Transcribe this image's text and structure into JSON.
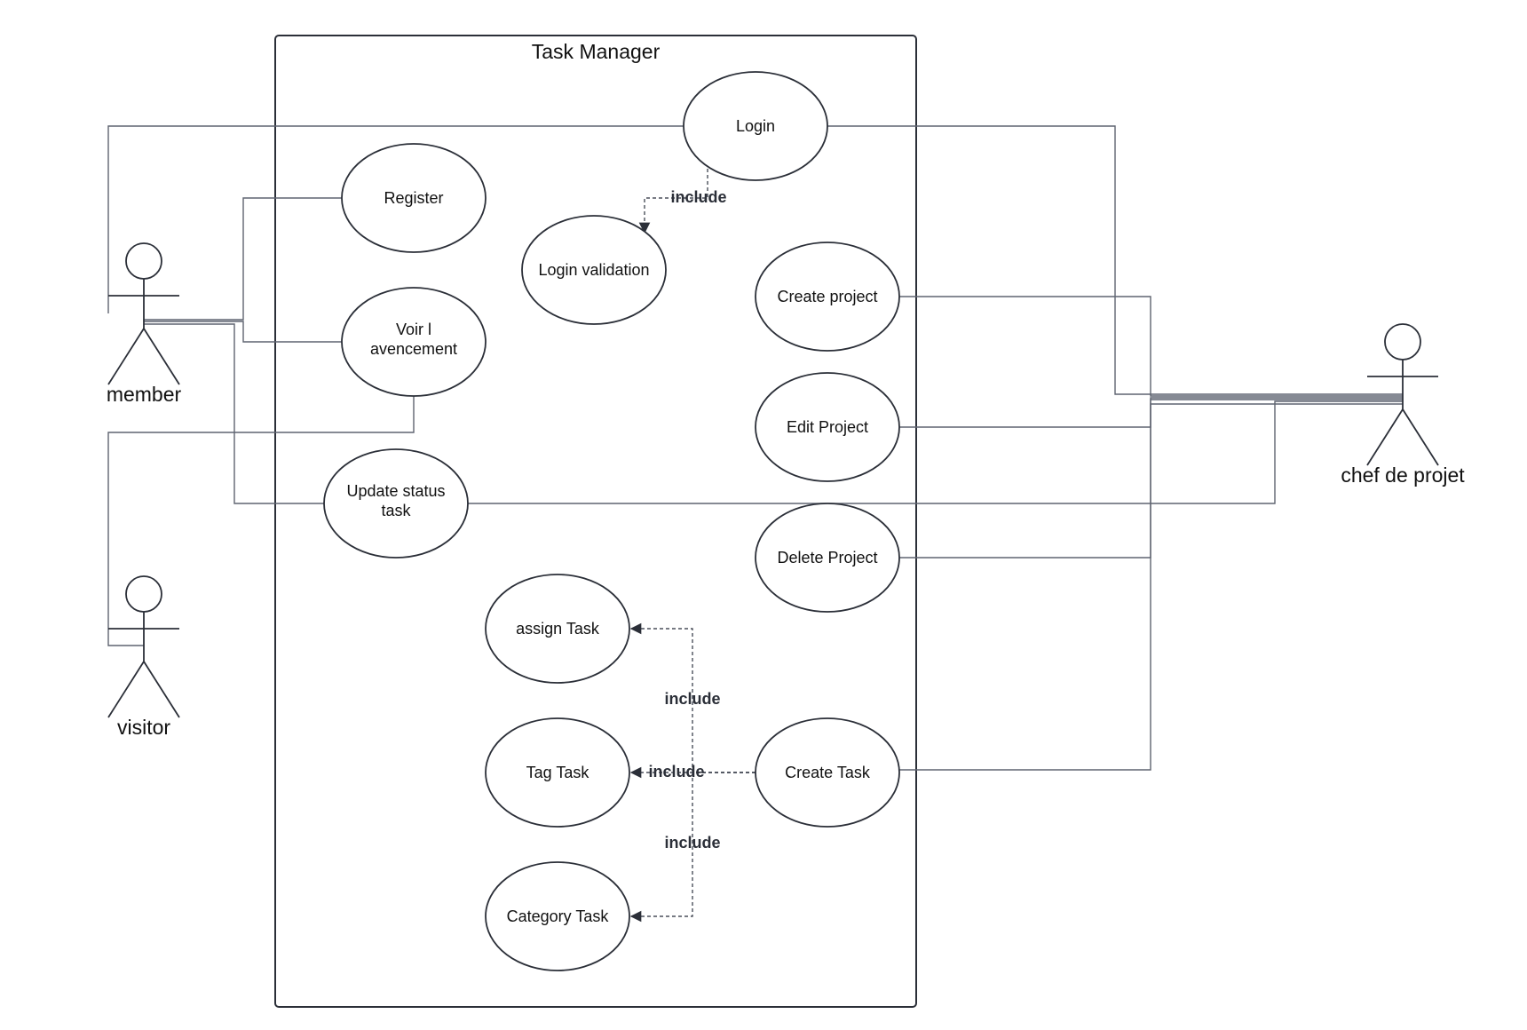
{
  "system": {
    "title": "Task Manager"
  },
  "actors": {
    "member": "member",
    "visitor": "visitor",
    "chef": "chef de projet"
  },
  "use_cases": {
    "login": [
      "Login"
    ],
    "register": [
      "Register"
    ],
    "login_validation": [
      "Login validation"
    ],
    "voir_avancement": [
      "Voir l",
      "avencement"
    ],
    "update_status": [
      "Update status",
      "task"
    ],
    "create_project": [
      "Create project"
    ],
    "edit_project": [
      "Edit Project"
    ],
    "delete_project": [
      "Delete Project"
    ],
    "assign_task": [
      "assign Task"
    ],
    "tag_task": [
      "Tag Task"
    ],
    "category_task": [
      "Category Task"
    ],
    "create_task": [
      "Create Task"
    ]
  },
  "relations": {
    "include_login": "include",
    "include_assign": "include",
    "include_tag": "include",
    "include_category": "include"
  },
  "colors": {
    "stroke": "#2b2f38",
    "line": "#5f6470",
    "background": "#ffffff"
  }
}
